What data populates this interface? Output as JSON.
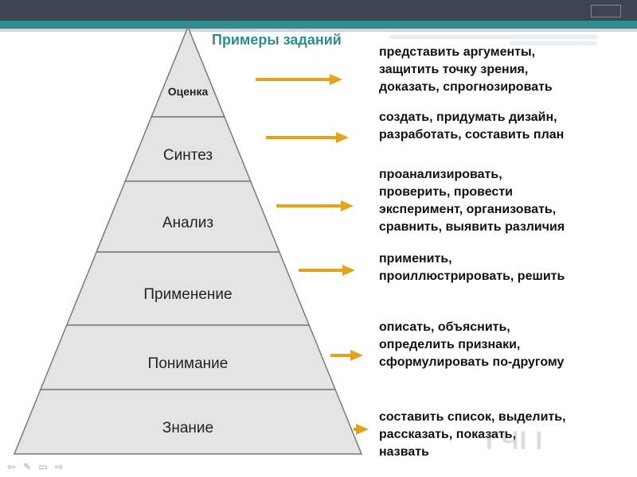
{
  "title": "Примеры заданий",
  "levels": [
    {
      "label": "Оценка",
      "task": "представить аргументы,\nзащитить точку зрения,\nдоказать, спрогнозировать"
    },
    {
      "label": "Синтез",
      "task": "создать, придумать дизайн,\nразработать, составить план"
    },
    {
      "label": "Анализ",
      "task": "проанализировать,\nпроверить, провести\nэксперимент, организовать,\nсравнить, выявить различия"
    },
    {
      "label": "Применение",
      "task": "применить,\nпроиллюстрировать, решить"
    },
    {
      "label": "Понимание",
      "task": "описать, объяснить,\nопределить признаки,\nсформулировать по-другому"
    },
    {
      "label": "Знание",
      "task": "составить список, выделить,\nрассказать, показать,\nназвать"
    }
  ],
  "watermark": "ГЧІ І",
  "colors": {
    "pyramid_fill": "#e4e4e4",
    "pyramid_stroke": "#7a7a7a",
    "arrow": "#e5a31b",
    "title": "#2e8d8f",
    "header": "#3d4454"
  },
  "nav_icons": [
    "arrow-left-icon",
    "pen-icon",
    "screen-icon",
    "arrow-right-icon"
  ]
}
